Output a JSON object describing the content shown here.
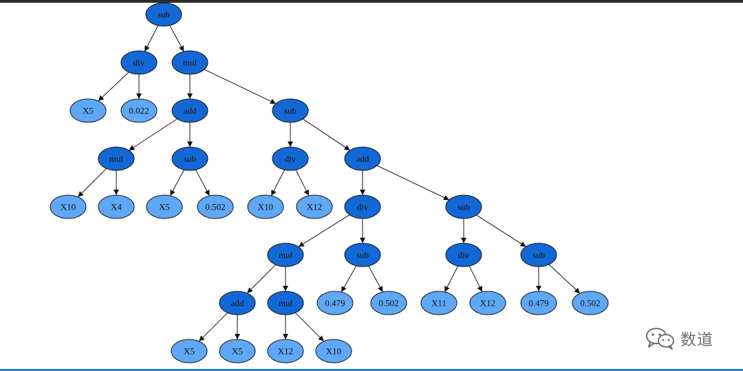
{
  "colors": {
    "operator_fill": "#1468d6",
    "leaf_fill": "#5ea8f5",
    "stroke": "#111111"
  },
  "tree": {
    "label": "sub",
    "children": [
      {
        "label": "div",
        "children": [
          {
            "label": "X5"
          },
          {
            "label": "0.022"
          }
        ]
      },
      {
        "label": "mul",
        "children": [
          {
            "label": "add",
            "children": [
              {
                "label": "mul",
                "children": [
                  {
                    "label": "X10"
                  },
                  {
                    "label": "X4"
                  }
                ]
              },
              {
                "label": "sub",
                "children": [
                  {
                    "label": "X5"
                  },
                  {
                    "label": "0.502"
                  }
                ]
              }
            ]
          },
          {
            "label": "sub",
            "children": [
              {
                "label": "div",
                "children": [
                  {
                    "label": "X10"
                  },
                  {
                    "label": "X12"
                  }
                ]
              },
              {
                "label": "add",
                "children": [
                  {
                    "label": "div",
                    "children": [
                      {
                        "label": "mul",
                        "children": [
                          {
                            "label": "add",
                            "children": [
                              {
                                "label": "X5"
                              },
                              {
                                "label": "X5"
                              }
                            ]
                          },
                          {
                            "label": "mul",
                            "children": [
                              {
                                "label": "X12"
                              },
                              {
                                "label": "X10"
                              }
                            ]
                          }
                        ]
                      },
                      {
                        "label": "sub",
                        "children": [
                          {
                            "label": "0.479"
                          },
                          {
                            "label": "0.502"
                          }
                        ]
                      }
                    ]
                  },
                  {
                    "label": "sub",
                    "children": [
                      {
                        "label": "div",
                        "children": [
                          {
                            "label": "X11"
                          },
                          {
                            "label": "X12"
                          }
                        ]
                      },
                      {
                        "label": "sub",
                        "children": [
                          {
                            "label": "0.479"
                          },
                          {
                            "label": "0.502"
                          }
                        ]
                      }
                    ]
                  }
                ]
              }
            ]
          }
        ]
      }
    ]
  },
  "watermark": {
    "text": "数道",
    "icon": "wechat-icon"
  }
}
